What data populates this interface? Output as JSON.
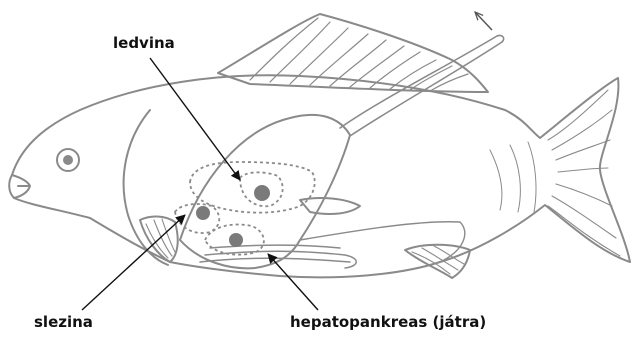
{
  "labels": {
    "ledvina": "ledvina",
    "slezina": "slezina",
    "hepatopankreas": "hepatopankreas (játra)"
  },
  "colors": {
    "outline": "#8a8a8a",
    "organ_dot": "#7a7a7a",
    "pointer": "#111111",
    "text": "#111111"
  }
}
